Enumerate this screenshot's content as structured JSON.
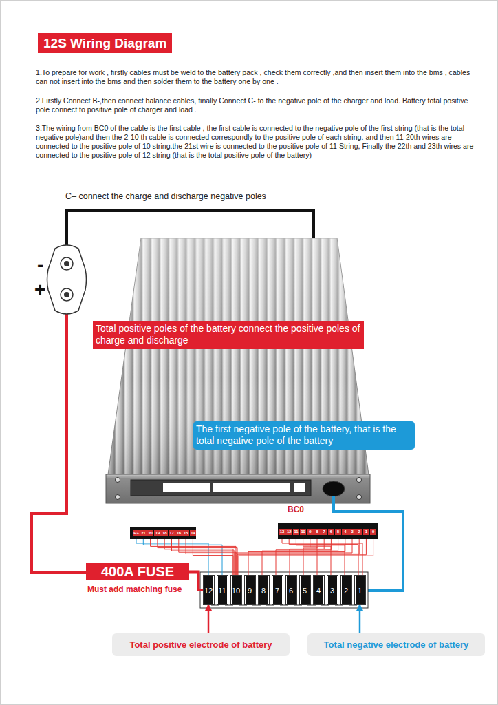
{
  "diagram": {
    "title": "12S Wiring Diagram",
    "nodes": [
      {
        "text": [
          "Total positive poles of the battery connect the positive poles of charge and discharge"
        ]
      },
      {
        "text": [
          "The first negative pole of the battery, that is the total negative pole of the battery"
        ]
      },
      {
        "text": [
          "400A FUSE",
          "Must add matching fuse"
        ]
      },
      {
        "text": [
          "12"
        ]
      },
      {
        "text": [
          "11"
        ]
      },
      {
        "text": [
          "10"
        ]
      },
      {
        "text": [
          "9"
        ]
      },
      {
        "text": [
          "8"
        ]
      },
      {
        "text": [
          "7"
        ]
      },
      {
        "text": [
          "6"
        ]
      },
      {
        "text": [
          "5"
        ]
      },
      {
        "text": [
          "4"
        ]
      },
      {
        "text": [
          "3"
        ]
      },
      {
        "text": [
          "2"
        ]
      },
      {
        "text": [
          "1"
        ]
      },
      {
        "text": [
          "Total positive electrode of battery"
        ]
      },
      {
        "text": [
          "Total negative electrode of battery"
        ]
      }
    ],
    "edges": [
      {
        "from": 2,
        "to": 3,
        "arrow": "none"
      },
      {
        "from": 15,
        "to": 3,
        "arrow": "to"
      },
      {
        "from": 16,
        "to": 14,
        "arrow": "to"
      }
    ],
    "labels": [
      "1.To prepare for work , firstly cables must be weld to the battery pack , check them correctly ,and then insert them into the bms , cables can not insert into the bms and then solder them to the battery one by one .",
      "2.Firstly Connect B-,then connect balance cables, finally Connect C- to the negative pole of the charger and load. Battery total positive pole connect to positive pole of charger and load .",
      "3.The wiring from BC0 of the cable is the first cable , the first cable is connected to the negative pole of the first string (that is the total negative pole)and then the 2-10 th cable is connected correspondly to the positive pole of each string. and then 11-20th wires are connected to the positive pole of 10 string.the 21st wire is connected to the positive pole of 11 String, Finally the 22th and 23th wires are connected to the positive pole of 12 string (that is the total positive pole of the battery)",
      "C– connect the charge and discharge negative poles",
      "-",
      "+",
      "BC0",
      "B+",
      "21",
      "20",
      "19",
      "18",
      "17",
      "16",
      "15",
      "14",
      "13",
      "12",
      "11",
      "10",
      "9",
      "8",
      "7",
      "6",
      "5",
      "4",
      "3",
      "2",
      "1",
      "0"
    ]
  }
}
